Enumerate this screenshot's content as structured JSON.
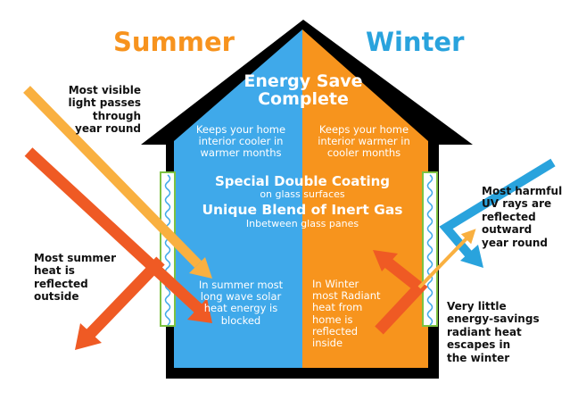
{
  "titles": {
    "summer": "Summer",
    "winter": "Winter"
  },
  "colors": {
    "summer_title": "#f7931e",
    "winter_title": "#29a3dd",
    "blue": "#3fa9ea",
    "orange": "#f7941d",
    "red": "#ef5a24",
    "yellow": "#f9b040"
  },
  "house": {
    "heading_line1": "Energy Save",
    "heading_line2": "Complete",
    "left_desc": [
      "Keeps your home",
      "interior cooler in",
      "warmer months"
    ],
    "right_desc": [
      "Keeps your home",
      "interior warmer in",
      "cooler months"
    ],
    "coating_title": "Special Double Coating",
    "coating_sub": "on glass surfaces",
    "gas_title": "Unique Blend of Inert Gas",
    "gas_sub": "Inbetween glass panes",
    "summer_note": [
      "In summer most",
      "long wave solar",
      "heat energy is",
      "blocked"
    ],
    "winter_note": [
      "In Winter",
      "most Radiant",
      "heat from",
      "home is",
      "reflected",
      "inside"
    ]
  },
  "side_notes": {
    "visible_light": [
      "Most visible",
      "light passes",
      "through",
      "year round"
    ],
    "summer_heat": [
      "Most summer",
      "heat is",
      "reflected",
      "outside"
    ],
    "uv": [
      "Most harmful",
      "UV rays are",
      "reflected",
      "outward",
      "year round"
    ],
    "radiant": [
      "Very little",
      "energy-savings",
      "radiant heat",
      "escapes in",
      "the winter"
    ]
  }
}
